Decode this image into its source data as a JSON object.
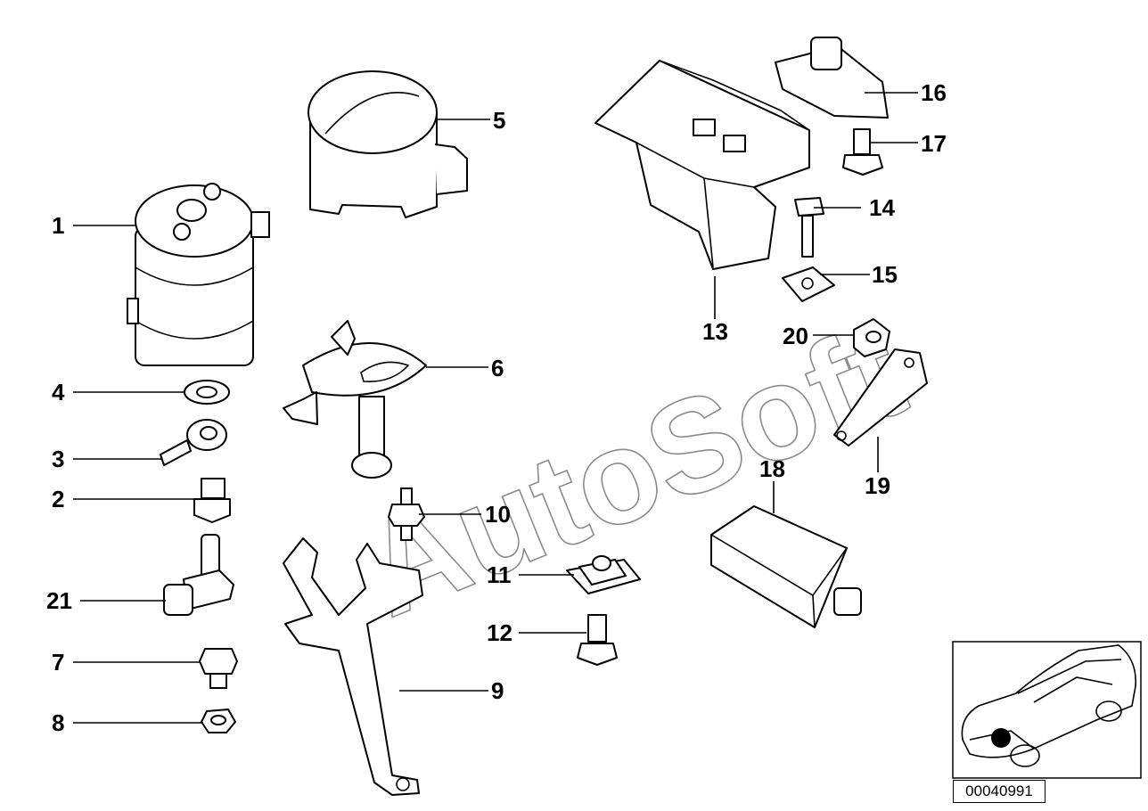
{
  "watermark": "AutoSoft",
  "document_id": "00040991",
  "callouts": [
    {
      "id": "1",
      "label": "1"
    },
    {
      "id": "2",
      "label": "2"
    },
    {
      "id": "3",
      "label": "3"
    },
    {
      "id": "4",
      "label": "4"
    },
    {
      "id": "5",
      "label": "5"
    },
    {
      "id": "6",
      "label": "6"
    },
    {
      "id": "7",
      "label": "7"
    },
    {
      "id": "8",
      "label": "8"
    },
    {
      "id": "9",
      "label": "9"
    },
    {
      "id": "10",
      "label": "10"
    },
    {
      "id": "11",
      "label": "11"
    },
    {
      "id": "12",
      "label": "12"
    },
    {
      "id": "13",
      "label": "13"
    },
    {
      "id": "14",
      "label": "14"
    },
    {
      "id": "15",
      "label": "15"
    },
    {
      "id": "16",
      "label": "16"
    },
    {
      "id": "17",
      "label": "17"
    },
    {
      "id": "18",
      "label": "18"
    },
    {
      "id": "19",
      "label": "19"
    },
    {
      "id": "20",
      "label": "20"
    },
    {
      "id": "21",
      "label": "21"
    }
  ],
  "locator_marker_color": "#000000"
}
